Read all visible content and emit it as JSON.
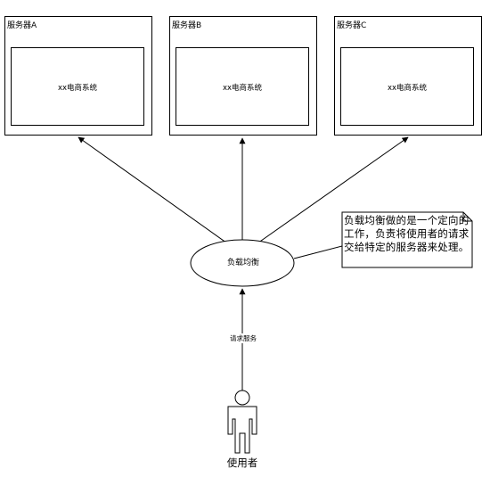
{
  "servers": [
    {
      "label": "服务器A",
      "system": "xx电商系统"
    },
    {
      "label": "服务器B",
      "system": "xx电商系统"
    },
    {
      "label": "服务器C",
      "system": "xx电商系统"
    }
  ],
  "load_balancer": {
    "label": "负载均衡"
  },
  "note": {
    "lines": [
      "负载均衡做的是一个定向的",
      "工作，负责将使用者的请求",
      "交给特定的服务器来处理。"
    ]
  },
  "request": {
    "label": "请求服务"
  },
  "user": {
    "label": "使用者"
  }
}
